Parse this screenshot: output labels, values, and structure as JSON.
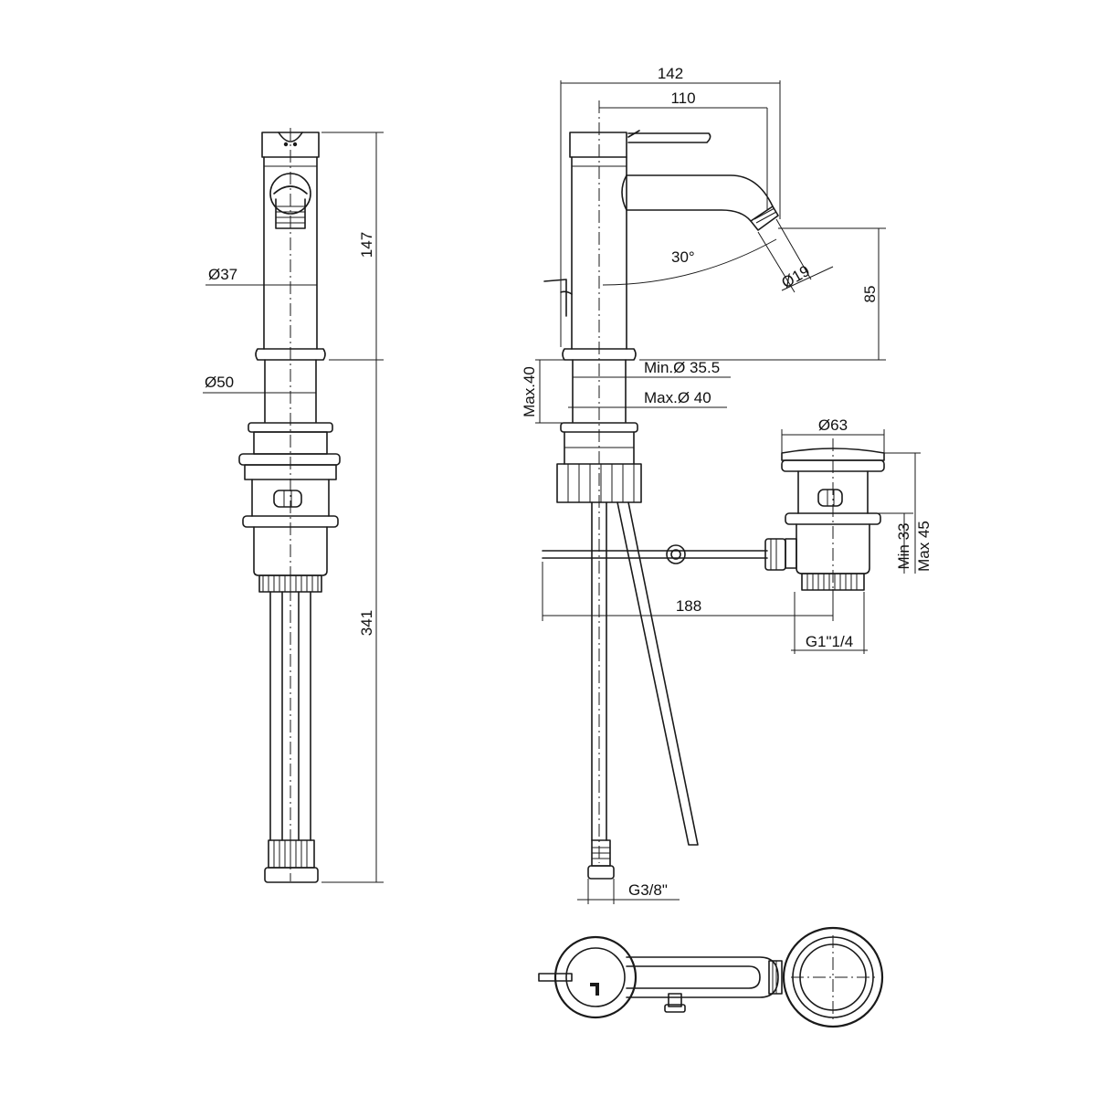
{
  "dimensions": {
    "front_height_body": "147",
    "front_height_total": "341",
    "front_dia_body": "Ø37",
    "front_dia_base": "Ø50",
    "side_width_total": "142",
    "side_width_spout": "110",
    "spout_angle": "30°",
    "spout_dia": "Ø19",
    "spout_height": "85",
    "min_hole": "Min.Ø 35.5",
    "max_hole": "Max.Ø 40",
    "max_thickness": "Max.40",
    "waste_dia": "Ø63",
    "waste_min_max": "Min 33",
    "waste_max": "Max 45",
    "rod_length": "188",
    "waste_thread": "G1\"1/4",
    "hose_thread": "G3/8\""
  }
}
